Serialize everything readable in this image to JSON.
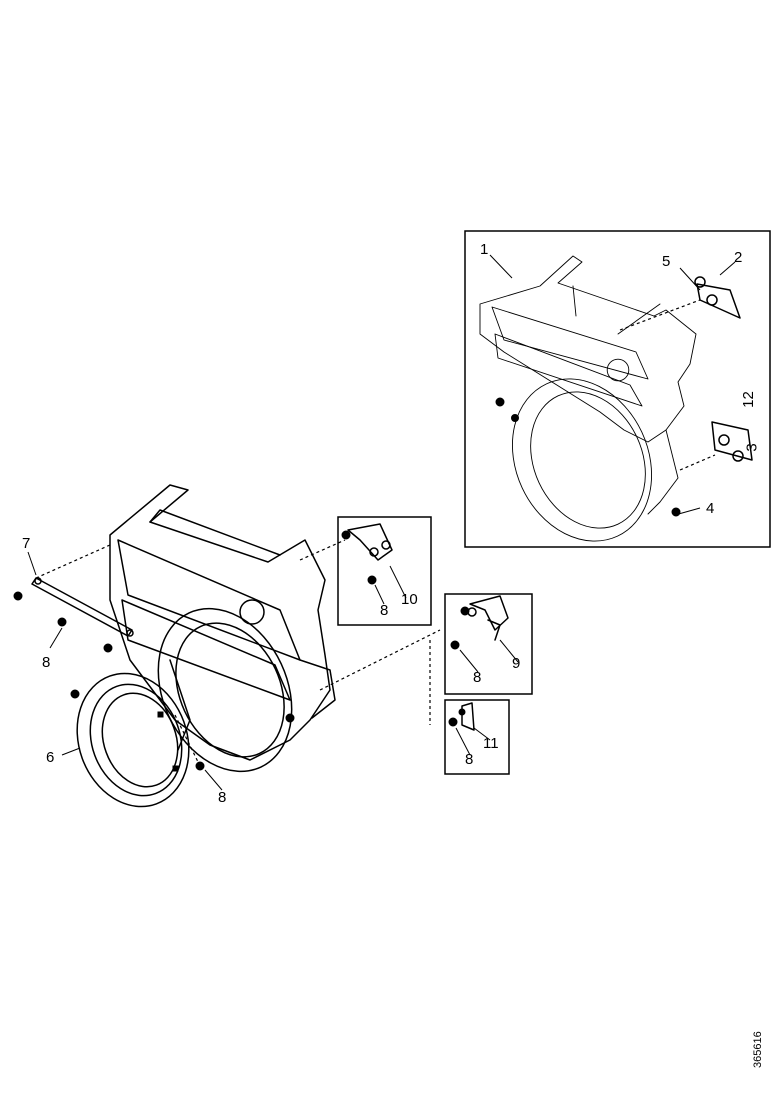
{
  "labels": {
    "l1": "1",
    "l2": "2",
    "l3": "3",
    "l4": "4",
    "l5": "5",
    "l6": "6",
    "l7": "7",
    "l8a": "8",
    "l8b": "8",
    "l8c": "8",
    "l8d": "8",
    "l8e": "8",
    "l9": "9",
    "l10": "10",
    "l11": "11",
    "l12": "12"
  },
  "document_number": "365616"
}
